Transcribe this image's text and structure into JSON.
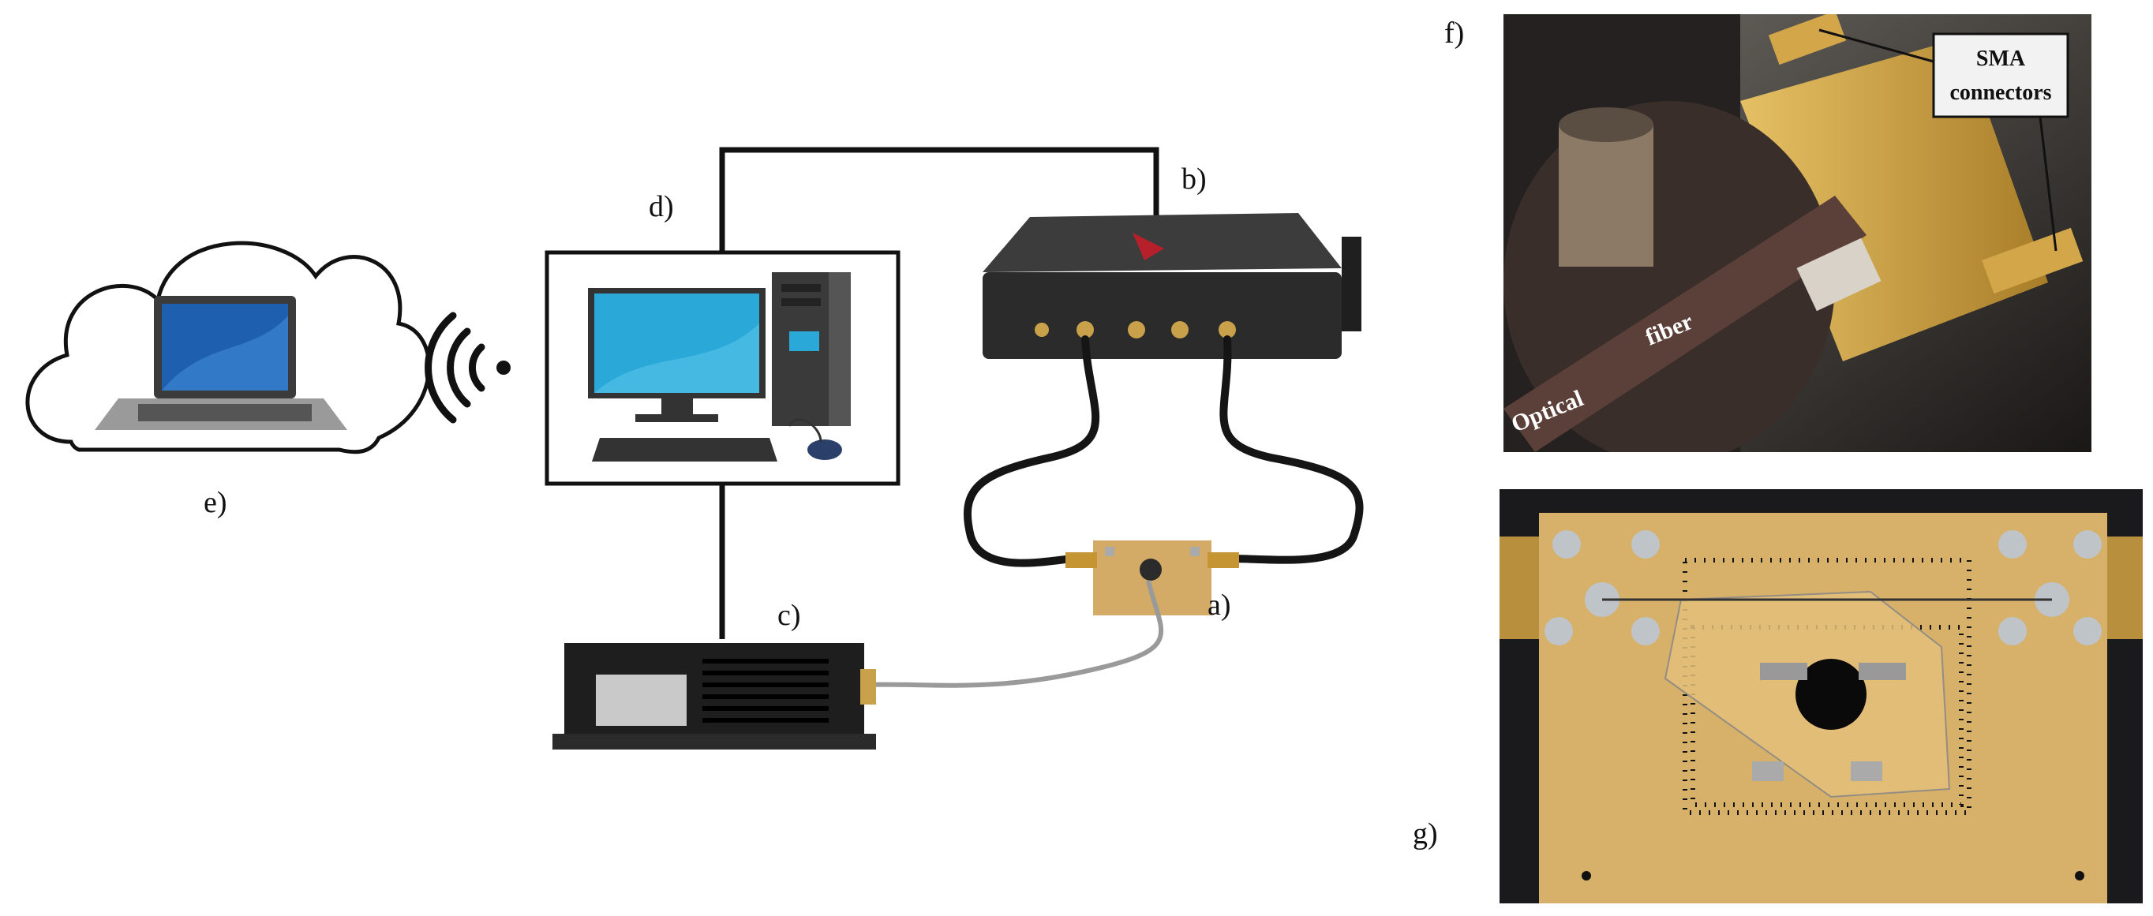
{
  "labels": {
    "a": "a)",
    "b": "b)",
    "c": "c)",
    "d": "d)",
    "e": "e)",
    "f": "f)",
    "g": "g)"
  },
  "photo_f": {
    "callout": "SMA connectors",
    "callout_line1": "SMA",
    "callout_line2": "connectors",
    "fiber_label_1": "Optical",
    "fiber_label_2": "fiber"
  },
  "colors": {
    "wire": "#111111",
    "fiber": "#9a9a9a",
    "gold": "#c9a14a",
    "instrument": "#2b2b2b"
  }
}
